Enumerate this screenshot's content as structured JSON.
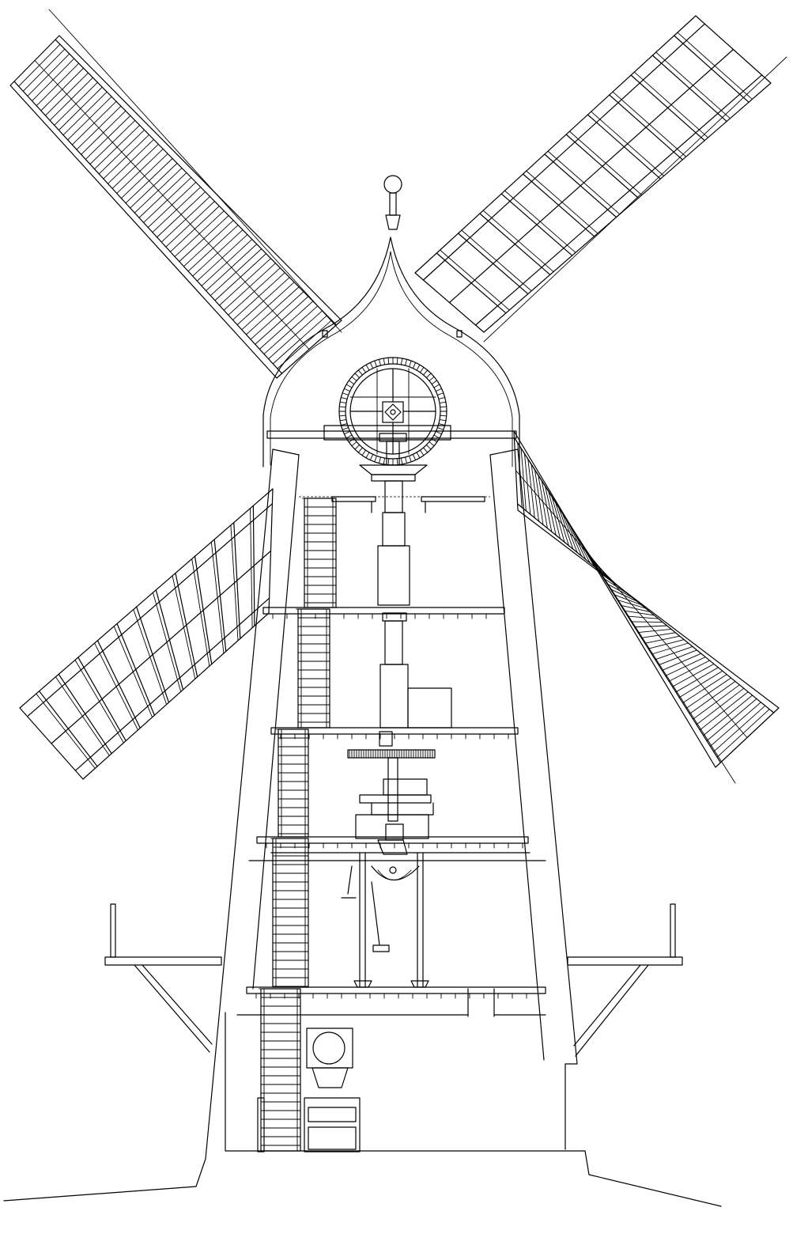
{
  "figure": {
    "subject": "windmill-cross-section",
    "style": "black line drawing on white",
    "colors": {
      "background": "#ffffff",
      "line": "#000000"
    },
    "sails": [
      {
        "name": "upper-left",
        "infill": "louvred-shutters"
      },
      {
        "name": "upper-right",
        "infill": "open-lattice"
      },
      {
        "name": "lower-left",
        "infill": "open-lattice"
      },
      {
        "name": "lower-right",
        "infill": "louvred-shutters"
      }
    ],
    "cap": {
      "shape": "ogee-dome",
      "finial": "ball"
    },
    "floors": 5,
    "stairs": 5,
    "features": [
      "brake-wheel",
      "windshaft",
      "upright-shaft",
      "spur-wheel",
      "millstones",
      "stage-gallery",
      "sack-hoist",
      "ground-floor-machine"
    ]
  }
}
